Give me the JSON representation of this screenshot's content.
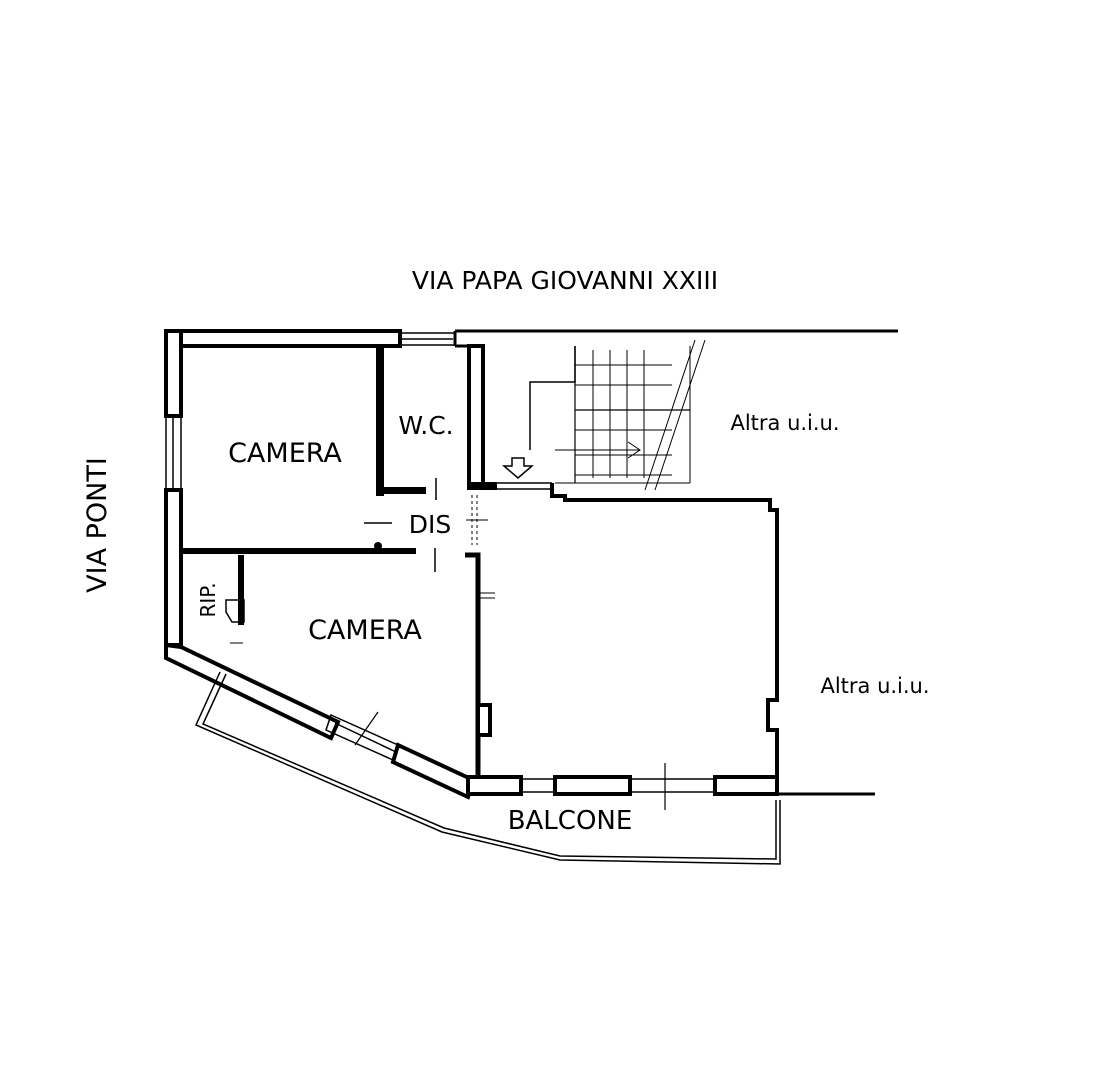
{
  "title": "Floor plan",
  "streets": {
    "north": "VIA PAPA GIOVANNI XXIII",
    "west": "VIA PONTI"
  },
  "rooms": {
    "camera_1": "CAMERA",
    "wc": "W.C.",
    "dis": "DIS",
    "camera_2": "CAMERA",
    "rip": "RIP.",
    "balcone": "BALCONE"
  },
  "neighbors": {
    "upper_right": "Altra u.i.u.",
    "lower_right": "Altra u.i.u."
  },
  "colors": {
    "line": "#000000",
    "background": "#ffffff"
  }
}
